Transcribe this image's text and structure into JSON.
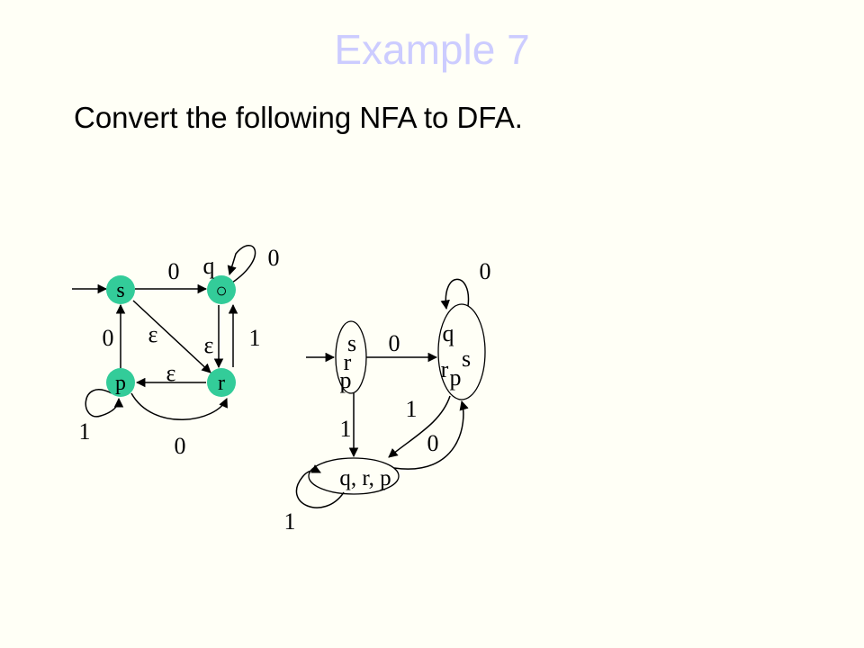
{
  "slide": {
    "title": "Example 7",
    "subtitle": "Convert the following NFA to DFA."
  },
  "colors": {
    "title": "#ccccff",
    "state_fill": "#33cc99",
    "edge": "#000000",
    "background": "#fffff6"
  },
  "nfa": {
    "states": {
      "s": "s",
      "q": "q",
      "p": "p",
      "r": "r"
    },
    "accept_marker": "○",
    "labels": {
      "s_to_q": "0",
      "q_loop": "0",
      "p_to_s": "0",
      "p_to_s_eps": "ε",
      "q_to_r_eps": "ε",
      "r_to_q": "1",
      "p_to_r_eps": "ε",
      "p_loop": "1",
      "p_to_r": "0"
    }
  },
  "dfa": {
    "states": {
      "srp": [
        "s",
        "r",
        "p"
      ],
      "qrsp": [
        "q",
        "r",
        "s",
        "p"
      ],
      "qrp": "q, r, p"
    },
    "labels": {
      "qrsp_loop": "0",
      "srp_to_qrsp": "0",
      "qrsp_to_qrp": "1",
      "srp_to_qrp": "1",
      "qrp_to_qrsp": "0",
      "qrp_loop": "1"
    }
  }
}
